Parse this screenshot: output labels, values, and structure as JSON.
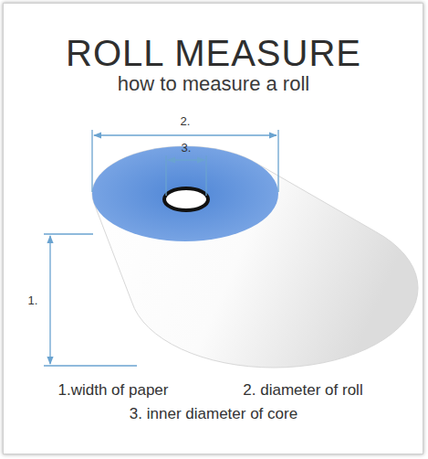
{
  "diagram": {
    "title": "ROLL MEASURE",
    "labels": [
      "how to measure a roll",
      "2.",
      "3.",
      "1.",
      "1.width of paper",
      "2. diameter of roll",
      "3. inner diameter of core"
    ]
  }
}
